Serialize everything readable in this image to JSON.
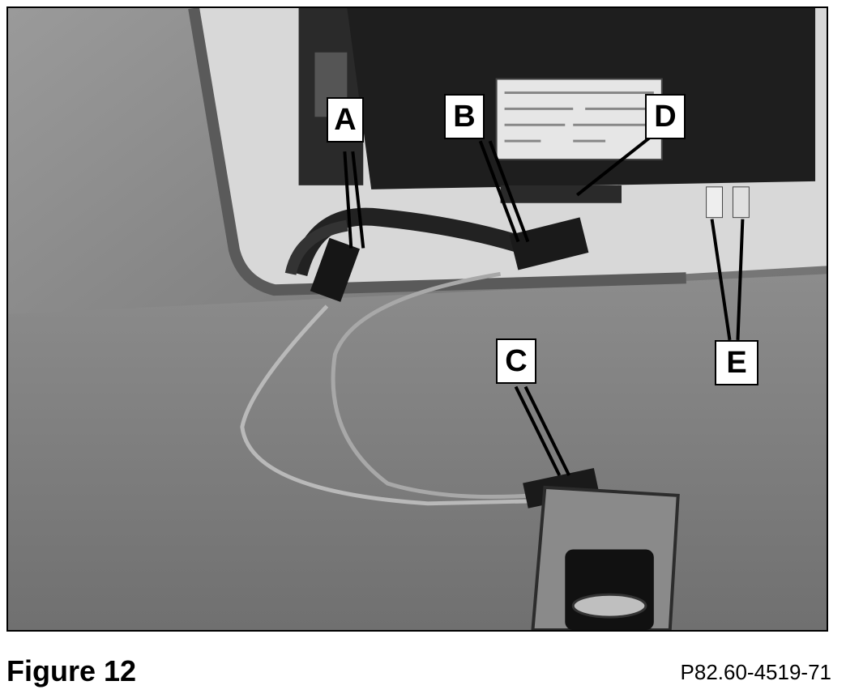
{
  "figure": {
    "caption": "Figure 12",
    "reference": "P82.60-4519-71"
  },
  "callouts": [
    {
      "key": "a",
      "label": "A"
    },
    {
      "key": "b",
      "label": "B"
    },
    {
      "key": "c",
      "label": "C"
    },
    {
      "key": "d",
      "label": "D"
    },
    {
      "key": "e",
      "label": "E"
    }
  ],
  "colors": {
    "frame": "#000000",
    "background": "#ffffff",
    "photo_mid": "#8a8a8a",
    "module": "#1e1e1e"
  }
}
